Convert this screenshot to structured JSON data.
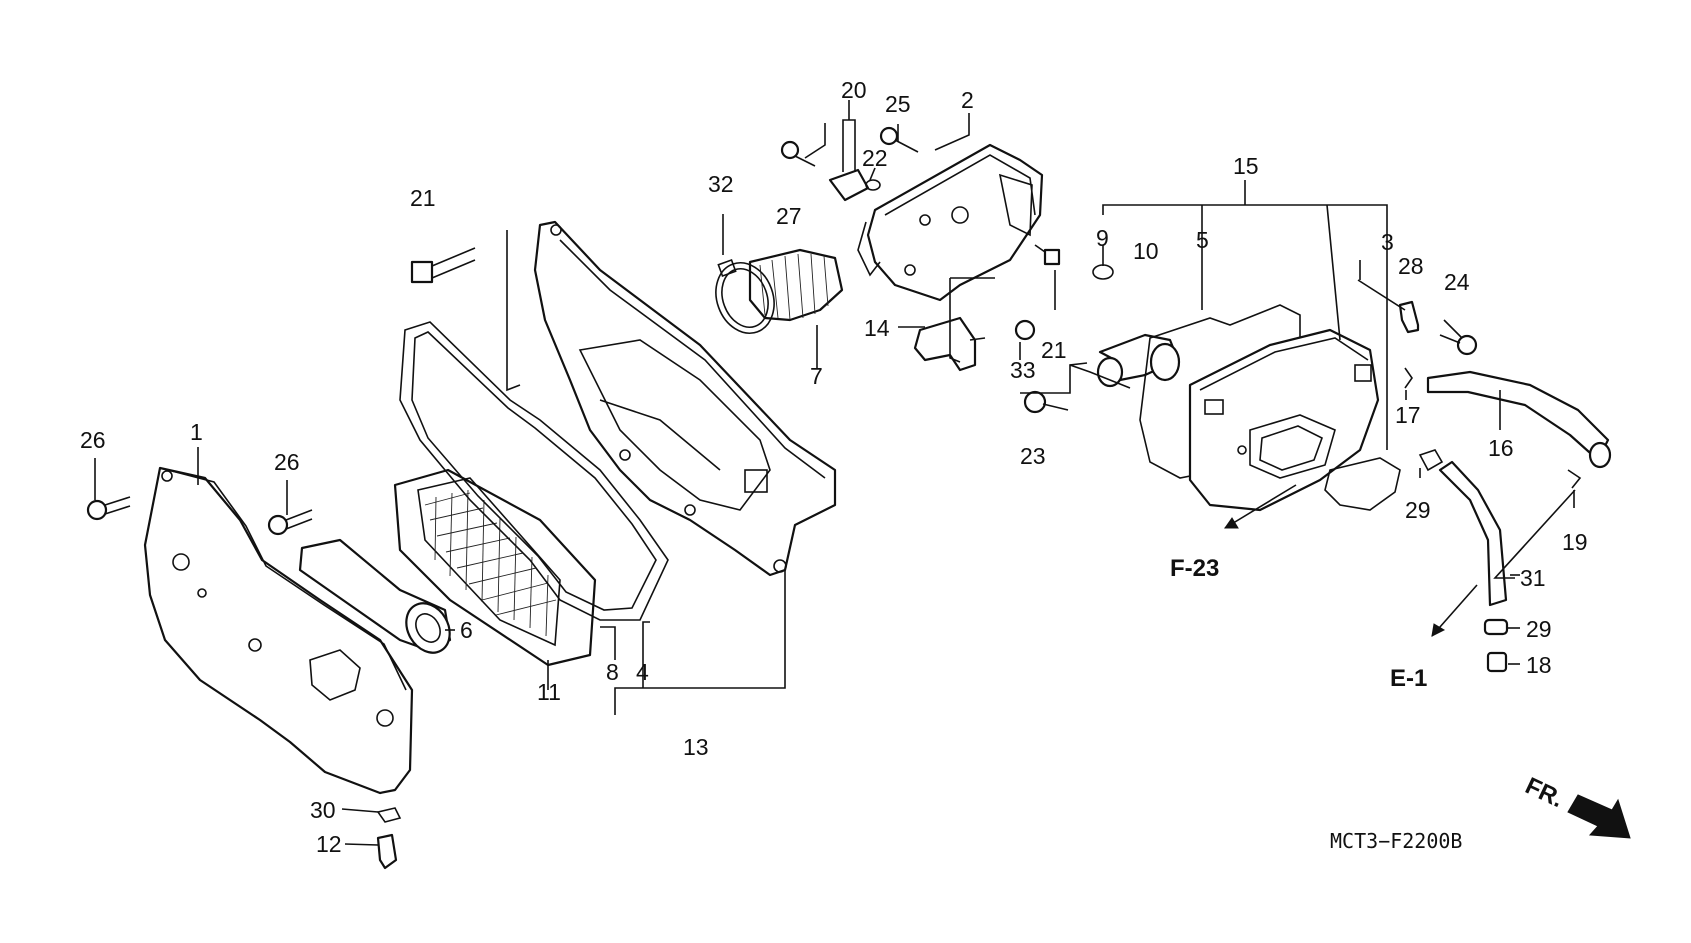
{
  "callouts": [
    {
      "id": "c1",
      "text": "1"
    },
    {
      "id": "c2",
      "text": "2"
    },
    {
      "id": "c3",
      "text": "3"
    },
    {
      "id": "c4",
      "text": "4"
    },
    {
      "id": "c5",
      "text": "5"
    },
    {
      "id": "c6",
      "text": "6"
    },
    {
      "id": "c7",
      "text": "7"
    },
    {
      "id": "c8",
      "text": "8"
    },
    {
      "id": "c9",
      "text": "9"
    },
    {
      "id": "c10",
      "text": "10"
    },
    {
      "id": "c11",
      "text": "11"
    },
    {
      "id": "c12",
      "text": "12"
    },
    {
      "id": "c13",
      "text": "13"
    },
    {
      "id": "c14",
      "text": "14"
    },
    {
      "id": "c15",
      "text": "15"
    },
    {
      "id": "c16",
      "text": "16"
    },
    {
      "id": "c17",
      "text": "17"
    },
    {
      "id": "c18",
      "text": "18"
    },
    {
      "id": "c19",
      "text": "19"
    },
    {
      "id": "c20",
      "text": "20"
    },
    {
      "id": "c21a",
      "text": "21"
    },
    {
      "id": "c21b",
      "text": "21"
    },
    {
      "id": "c22",
      "text": "22"
    },
    {
      "id": "c23",
      "text": "23"
    },
    {
      "id": "c24",
      "text": "24"
    },
    {
      "id": "c25",
      "text": "25"
    },
    {
      "id": "c26a",
      "text": "26"
    },
    {
      "id": "c26b",
      "text": "26"
    },
    {
      "id": "c27",
      "text": "27"
    },
    {
      "id": "c28",
      "text": "28"
    },
    {
      "id": "c29a",
      "text": "29"
    },
    {
      "id": "c29b",
      "text": "29"
    },
    {
      "id": "c30",
      "text": "30"
    },
    {
      "id": "c31",
      "text": "31"
    },
    {
      "id": "c32",
      "text": "32"
    },
    {
      "id": "c33",
      "text": "33"
    }
  ],
  "references": {
    "f23": "F-23",
    "e1": "E-1",
    "front": "FR."
  },
  "drawing_code": "MCT3−F2200B"
}
